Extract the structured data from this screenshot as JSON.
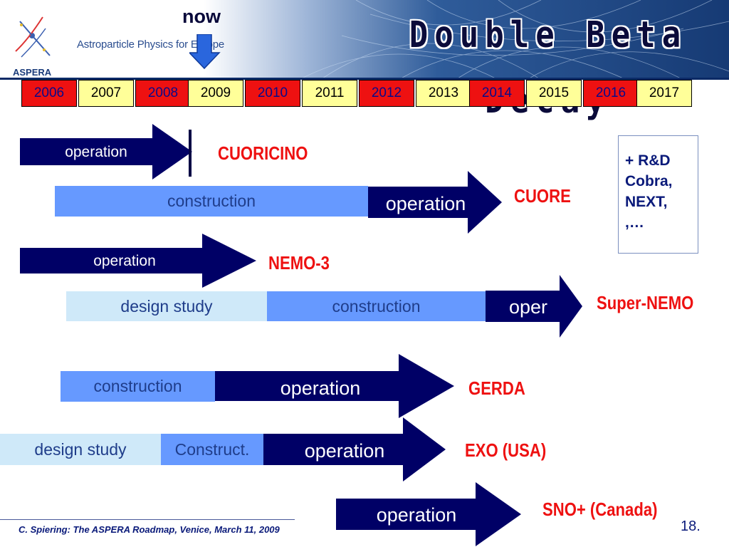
{
  "slide": {
    "title": "Double Beta Decay",
    "org_name": "Astroparticle Physics for Europe",
    "org_short": "ASPERA",
    "now_label": "now"
  },
  "years": [
    {
      "label": "2006",
      "color": "red"
    },
    {
      "label": "2007",
      "color": "yellow"
    },
    {
      "label": "2008",
      "color": "red"
    },
    {
      "label": "2009",
      "color": "yellow"
    },
    {
      "label": "2010",
      "color": "red"
    },
    {
      "label": "2011",
      "color": "yellow"
    },
    {
      "label": "2012",
      "color": "red"
    },
    {
      "label": "2013",
      "color": "yellow"
    },
    {
      "label": "2014",
      "color": "red"
    },
    {
      "label": "2015",
      "color": "yellow"
    },
    {
      "label": "2016",
      "color": "red"
    },
    {
      "label": "2017",
      "color": "yellow"
    }
  ],
  "experiments": [
    {
      "name": "CUORICINO",
      "operation": "operation"
    },
    {
      "name": "CUORE",
      "construction": "construction",
      "operation": "operation"
    },
    {
      "name": "NEMO-3",
      "operation": "operation"
    },
    {
      "name": "Super-NEMO",
      "design": "design study",
      "construction": "construction",
      "operation": "oper"
    },
    {
      "name": "GERDA",
      "construction": "construction",
      "operation": "operation"
    },
    {
      "name": "EXO (USA)",
      "design": "design study",
      "construction": "Construct.",
      "operation": "operation"
    },
    {
      "name": "SNO+ (Canada)",
      "operation": "operation"
    }
  ],
  "rnd_note": {
    "line1": "+ R&D",
    "line2": "Cobra,",
    "line3": "NEXT,",
    "line4": ",…"
  },
  "footer": {
    "credit": "C. Spiering: The ASPERA Roadmap, Venice,  March 11, 2009",
    "page_number": "18."
  },
  "colors": {
    "navy": "#000066",
    "red_label": "#ee1111",
    "bar_blue": "#6699ff",
    "bar_light": "#cfe9f9",
    "year_red": "#ee1111",
    "year_yellow": "#ffff99"
  }
}
